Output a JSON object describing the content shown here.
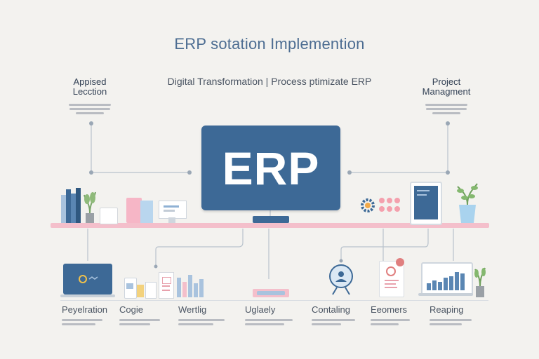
{
  "header": {
    "title": "ERP sotation Implemention",
    "subtitle": "Digital Transformation | Process ptimizate ERP"
  },
  "corners": {
    "left_title_line1": "Appised",
    "left_title_line2": "Lecction",
    "right_title_line1": "Project",
    "right_title_line2": "Managment"
  },
  "center": {
    "monitor_text": "ERP"
  },
  "bottom": {
    "items": [
      {
        "label": "Peyelration"
      },
      {
        "label": "Cogie"
      },
      {
        "label": "Wertlig"
      },
      {
        "label": "Uglaely"
      },
      {
        "label": "Contaling"
      },
      {
        "label": "Eeomers"
      },
      {
        "label": "Reaping"
      }
    ]
  },
  "colors": {
    "accent": "#3d6996",
    "shelf": "#f4bfcb",
    "background": "#f3f2ef"
  }
}
